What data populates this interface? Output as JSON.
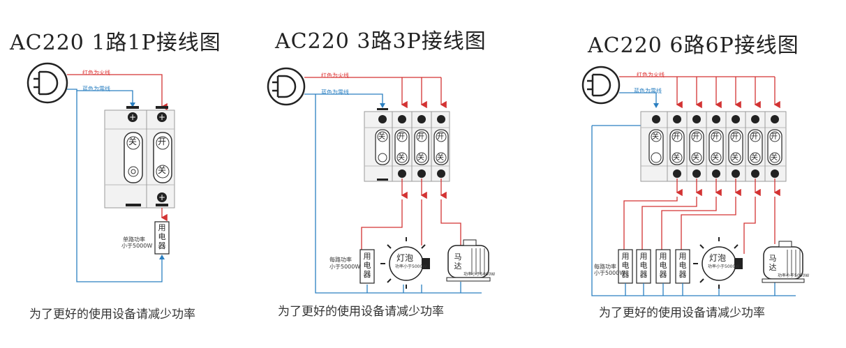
{
  "panels": [
    {
      "title": "AC220 1路1P接线图",
      "red_label": "红色为火线",
      "blue_label": "蓝色为零线",
      "off_label": "关",
      "on_label": "开",
      "device_label": "用电器",
      "power_note_1": "单路功率",
      "power_note_2": "小于5000W",
      "caption": "为了更好的使用设备请减少功率"
    },
    {
      "title": "AC220 3路3P接线图",
      "red_label": "红色为火线",
      "blue_label": "蓝色为零线",
      "off_label": "关",
      "on_label": "开",
      "device_label": "用电器",
      "bulb_label": "灯泡",
      "bulb_note": "功率小于5000W",
      "motor_label": "马达",
      "motor_note": "功率小于5000W",
      "power_note_1": "每路功率",
      "power_note_2": "小于5000W",
      "caption": "为了更好的使用设备请减少功率"
    },
    {
      "title": "AC220 6路6P接线图",
      "red_label": "红色为火线",
      "blue_label": "蓝色为零线",
      "off_label": "关",
      "on_label": "开",
      "device_label": "用电器",
      "bulb_label": "灯泡",
      "bulb_note": "功率小于5000W",
      "motor_label": "马达",
      "motor_note": "功率小于5000W",
      "power_note_1": "每路功率",
      "power_note_2": "小于5000W",
      "caption": "为了更好的使用设备请减少功率"
    }
  ],
  "colors": {
    "live": "#d33333",
    "neutral": "#2a7fc1",
    "ink": "#222222"
  }
}
